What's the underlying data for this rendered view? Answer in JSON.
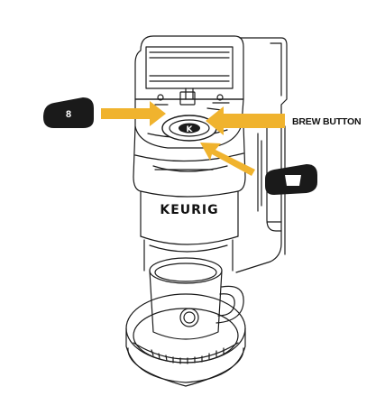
{
  "labels": {
    "brew_button": "BREW BUTTON",
    "brand": "KEURIG",
    "size_badge": "8",
    "button_glyph": "K"
  },
  "icons": {
    "size_badge_icon": "8oz-cup-size-badge",
    "brew_icon": "cup-brew-icon",
    "logo_icon": "k-logo-icon"
  },
  "colors": {
    "arrow": "#F0B32E",
    "ink": "#111111",
    "badge": "#1a1a1a"
  }
}
